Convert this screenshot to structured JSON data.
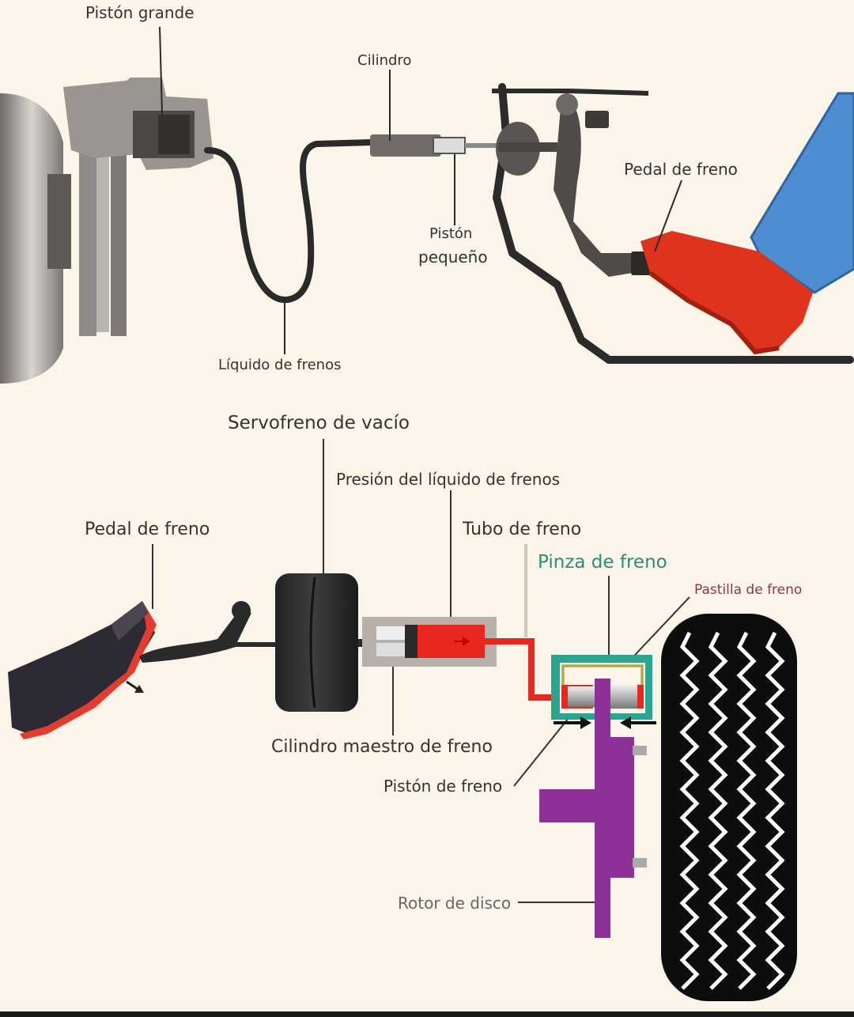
{
  "top": {
    "large_piston": "Pistón grande",
    "cylinder": "Cilindro",
    "brake_pedal": "Pedal de freno",
    "small_piston_line1": "Pistón",
    "small_piston_line2": "pequeño",
    "brake_fluid": "Líquido de frenos"
  },
  "bottom": {
    "vacuum_booster": "Servofreno de vacío",
    "fluid_pressure": "Presión del líquido de frenos",
    "brake_pedal": "Pedal de freno",
    "brake_tube": "Tubo de freno",
    "brake_caliper": "Pinza de freno",
    "brake_pad": "Pastilla de freno",
    "master_cylinder": "Cilindro maestro de freno",
    "brake_piston": "Pistón de freno",
    "disc_rotor": "Rotor de disco"
  },
  "colors": {
    "background": "#fbf4e8",
    "fluid_red": "#e8281e",
    "caliper_teal": "#2aa58f",
    "rotor_purple": "#8e2f9a",
    "shoe_red": "#e0331d",
    "jeans_blue": "#4d8ed1"
  }
}
